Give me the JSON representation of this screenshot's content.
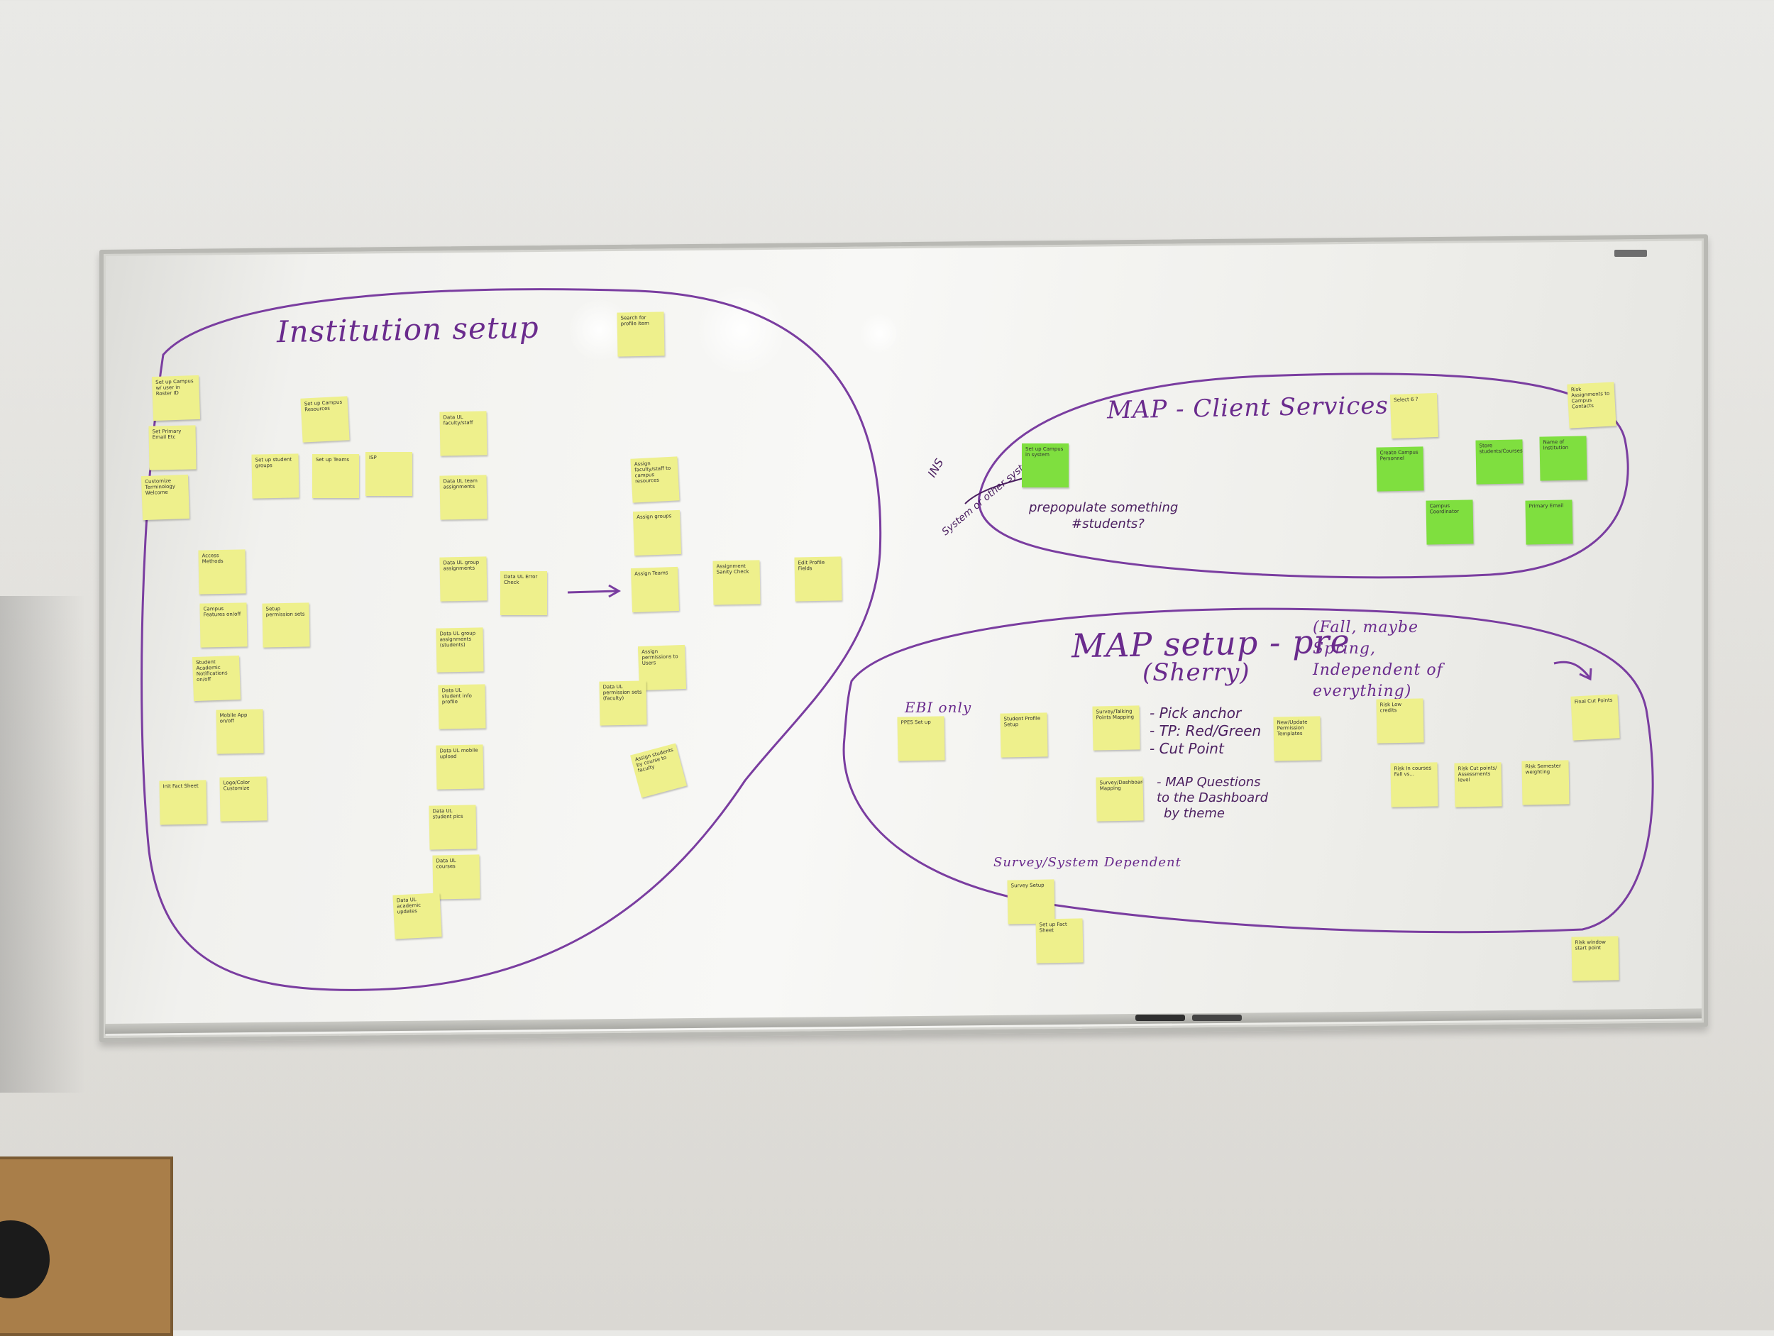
{
  "photo": "whiteboard-affinity-map",
  "headings": {
    "institution_setup": "Institution setup",
    "client_services": "MAP - Client Services",
    "map_setup": "MAP setup - pre",
    "sherry": "(Sherry)",
    "fall_note": "(Fall, maybe Spring, Independent of everything)",
    "ebi_only": "EBI only",
    "survey_dependent": "Survey/System Dependent"
  },
  "annotations": {
    "pick_anchor": "- Pick anchor",
    "tp": "- TP: Red/Green",
    "cut_point": "- Cut Point",
    "map_questions": "- MAP Questions",
    "to_dashboard": "to the Dashboard",
    "by_theme": "by theme",
    "prepopulate": "prepopulate something",
    "students": "#students?",
    "ins": "INS",
    "system_or_other": "System or other system"
  },
  "notes": [
    {
      "id": "n1",
      "color": "yellow",
      "text": "Set up Campus w/ user in Roster ID"
    },
    {
      "id": "n2",
      "color": "yellow",
      "text": "Set Primary Email Etc"
    },
    {
      "id": "n3",
      "color": "yellow",
      "text": "Customize Terminology Welcome"
    },
    {
      "id": "n4",
      "color": "yellow",
      "text": "Set up Campus Resources"
    },
    {
      "id": "n5",
      "color": "yellow",
      "text": "Set up student groups"
    },
    {
      "id": "n6",
      "color": "yellow",
      "text": "Set up Teams"
    },
    {
      "id": "n7",
      "color": "yellow",
      "text": "ISP"
    },
    {
      "id": "n8",
      "color": "yellow",
      "text": "Data UL faculty/staff"
    },
    {
      "id": "n9",
      "color": "yellow",
      "text": "Data UL team assignments"
    },
    {
      "id": "n10",
      "color": "yellow",
      "text": "Access Methods"
    },
    {
      "id": "n11",
      "color": "yellow",
      "text": "Campus Features on/off"
    },
    {
      "id": "n12",
      "color": "yellow",
      "text": "Setup permission sets"
    },
    {
      "id": "n13",
      "color": "yellow",
      "text": "Student Academic Notifications on/off"
    },
    {
      "id": "n14",
      "color": "yellow",
      "text": "Mobile App on/off"
    },
    {
      "id": "n15",
      "color": "yellow",
      "text": "Init Fact Sheet"
    },
    {
      "id": "n16",
      "color": "yellow",
      "text": "Logo/Color Customize"
    },
    {
      "id": "n17",
      "color": "yellow",
      "text": "Data UL group assignments"
    },
    {
      "id": "n18",
      "color": "yellow",
      "text": "Data UL Error Check"
    },
    {
      "id": "n19",
      "color": "yellow",
      "text": "Data UL group assignments (students)"
    },
    {
      "id": "n20",
      "color": "yellow",
      "text": "Data UL student info profile"
    },
    {
      "id": "n21",
      "color": "yellow",
      "text": "Data UL mobile upload"
    },
    {
      "id": "n22",
      "color": "yellow",
      "text": "Data UL student pics"
    },
    {
      "id": "n23",
      "color": "yellow",
      "text": "Data UL courses"
    },
    {
      "id": "n24",
      "color": "yellow",
      "text": "Data UL academic updates"
    },
    {
      "id": "n25",
      "color": "yellow",
      "text": "Search for profile item"
    },
    {
      "id": "n26",
      "color": "yellow",
      "text": "Assign faculty/staff to campus resources"
    },
    {
      "id": "n27",
      "color": "yellow",
      "text": "Assign groups"
    },
    {
      "id": "n28",
      "color": "yellow",
      "text": "Assign Teams"
    },
    {
      "id": "n29",
      "color": "yellow",
      "text": "Assignment Sanity Check"
    },
    {
      "id": "n30",
      "color": "yellow",
      "text": "Edit Profile Fields"
    },
    {
      "id": "n31",
      "color": "yellow",
      "text": "Assign permissions to Users"
    },
    {
      "id": "n32",
      "color": "yellow",
      "text": "Data UL permission sets (faculty)"
    },
    {
      "id": "n33",
      "color": "yellow",
      "text": "Assign students by course to faculty"
    },
    {
      "id": "n34",
      "color": "green",
      "text": "Set up Campus in system"
    },
    {
      "id": "n35",
      "color": "yellow",
      "text": "Select 6 ?"
    },
    {
      "id": "n36",
      "color": "yellow",
      "text": "Risk Assignments to Campus Contacts"
    },
    {
      "id": "n37",
      "color": "green",
      "text": "Create Campus Personnel"
    },
    {
      "id": "n38",
      "color": "green",
      "text": "Store students/Courses"
    },
    {
      "id": "n39",
      "color": "green",
      "text": "Name of Institution"
    },
    {
      "id": "n40",
      "color": "green",
      "text": "Campus Coordinator"
    },
    {
      "id": "n41",
      "color": "green",
      "text": "Primary Email"
    },
    {
      "id": "n42",
      "color": "yellow",
      "text": "PPES Set up"
    },
    {
      "id": "n43",
      "color": "yellow",
      "text": "Student Profile Setup"
    },
    {
      "id": "n44",
      "color": "yellow",
      "text": "Survey/Talking Points Mapping"
    },
    {
      "id": "n45",
      "color": "yellow",
      "text": "Survey/Dashboard Mapping"
    },
    {
      "id": "n46",
      "color": "yellow",
      "text": "New/Update Permission Templates"
    },
    {
      "id": "n47",
      "color": "yellow",
      "text": "Risk Low credits"
    },
    {
      "id": "n48",
      "color": "yellow",
      "text": "Final Cut Points"
    },
    {
      "id": "n49",
      "color": "yellow",
      "text": "Risk In courses Fall vs..."
    },
    {
      "id": "n50",
      "color": "yellow",
      "text": "Risk Cut points/ Assessments level"
    },
    {
      "id": "n51",
      "color": "yellow",
      "text": "Risk Semester weighting"
    },
    {
      "id": "n52",
      "color": "yellow",
      "text": "Survey Setup"
    },
    {
      "id": "n53",
      "color": "yellow",
      "text": "Set up Fact Sheet"
    },
    {
      "id": "n54",
      "color": "yellow",
      "text": "Risk window start point"
    }
  ],
  "colors": {
    "ink_purple": "#7a3da0",
    "note_yellow": "#eef08c",
    "note_green": "#7fdf3f"
  }
}
